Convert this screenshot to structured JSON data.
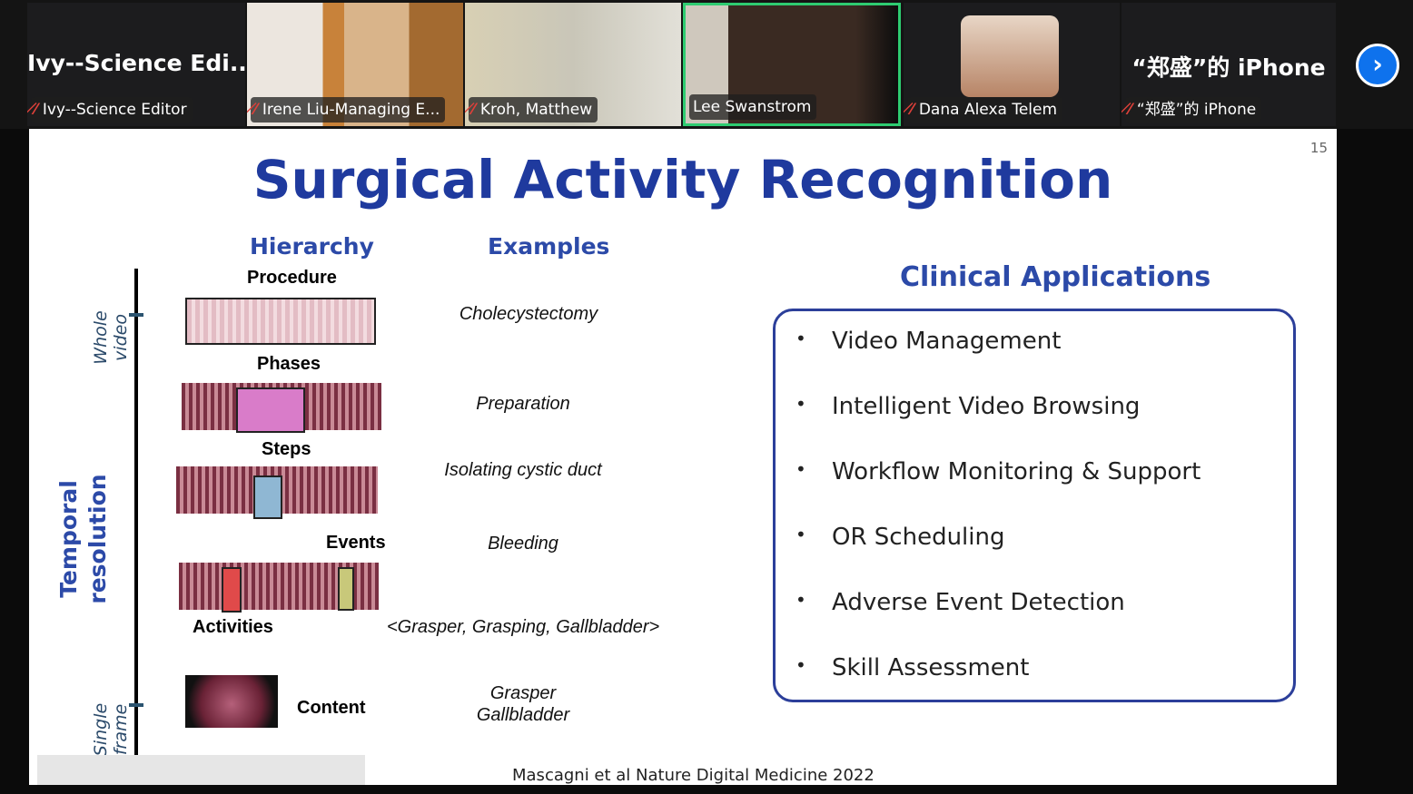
{
  "meeting": {
    "participants": [
      {
        "big_name": "Ivy--Science  Edi...",
        "name": "Ivy--Science Editor",
        "muted": true,
        "video": false
      },
      {
        "name": "Irene Liu-Managing E...",
        "muted": true,
        "video": true
      },
      {
        "name": "Kroh, Matthew",
        "muted": true,
        "video": true
      },
      {
        "name": "Lee Swanstrom",
        "muted": false,
        "video": true,
        "active_speaker": true
      },
      {
        "name": "Dana Alexa Telem",
        "muted": true,
        "video": false
      },
      {
        "big_name": "“郑盛”的 iPhone",
        "name": "“郑盛”的 iPhone",
        "muted": true,
        "video": false
      }
    ],
    "next_icon": "chevron-right-icon",
    "muted_icon": "mic-muted-icon",
    "colors": {
      "active_border": "#2ecc71",
      "next_button": "#0e72ed"
    }
  },
  "slide": {
    "page_number": "15",
    "title": "Surgical Activity Recognition",
    "hierarchy_heading": "Hierarchy",
    "examples_heading": "Examples",
    "axis": {
      "label_line1": "Temporal",
      "label_line2": "resolution",
      "top_line1": "Whole",
      "top_line2": "video",
      "bottom_line1": "Single",
      "bottom_line2": "frame"
    },
    "levels": {
      "procedure": "Procedure",
      "phases": "Phases",
      "steps": "Steps",
      "events": "Events",
      "activities": "Activities",
      "content": "Content"
    },
    "examples": {
      "procedure": "Cholecystectomy",
      "phases": "Preparation",
      "steps": "Isolating cystic duct",
      "events": "Bleeding",
      "activities": "<Grasper, Grasping, Gallbladder>",
      "content_line1": "Grasper",
      "content_line2": "Gallbladder"
    },
    "clinical_heading": "Clinical Applications",
    "applications": [
      "Video Management",
      "Intelligent Video Browsing",
      "Workflow Monitoring & Support",
      "OR Scheduling",
      "Adverse Event Detection",
      "Skill Assessment"
    ],
    "citation": "Mascagni et al Nature Digital Medicine 2022",
    "colors": {
      "title": "#1f3a9e",
      "box_border": "#2c3f9a"
    }
  }
}
